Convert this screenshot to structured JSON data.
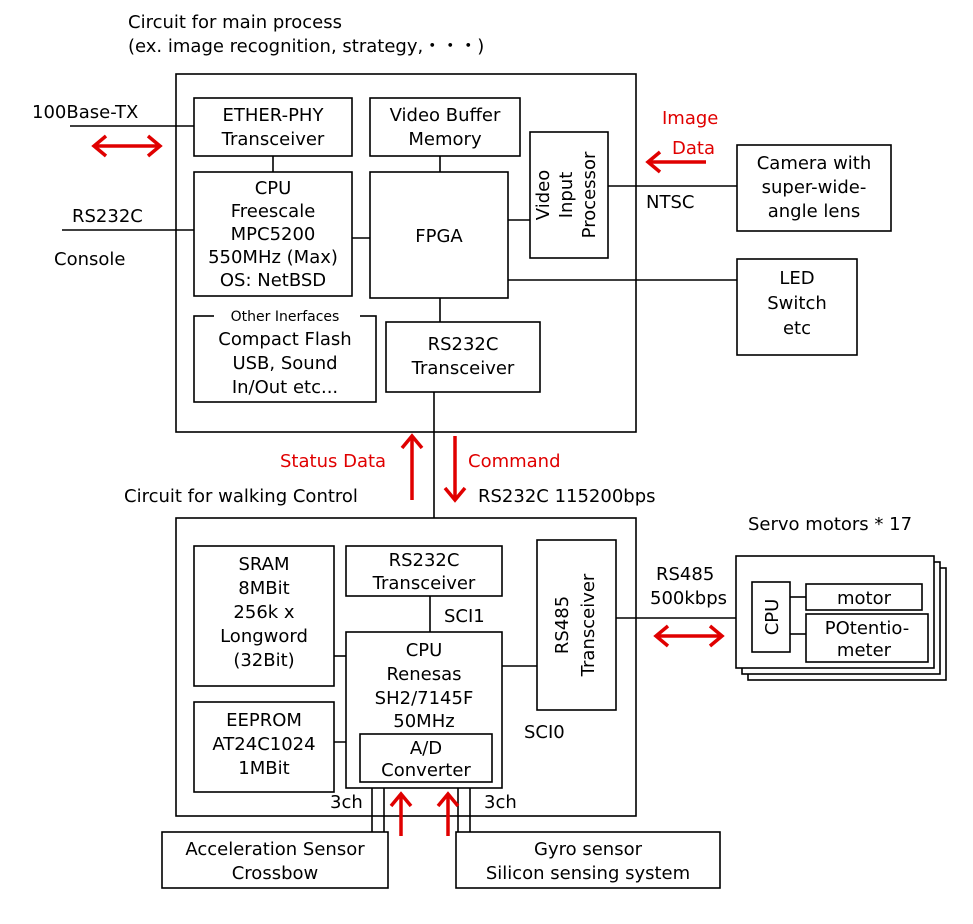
{
  "headings": {
    "main_circuit_line1": "Circuit for main process",
    "main_circuit_line2": "(ex. image recognition, strategy,・・・)",
    "walking_circuit": "Circuit for walking Control",
    "servo_motors": "Servo motors * 17"
  },
  "main_board": {
    "ether_phy": [
      "ETHER-PHY",
      "Transceiver"
    ],
    "video_buffer": [
      "Video Buffer",
      "Memory"
    ],
    "cpu": [
      "CPU",
      "Freescale",
      "MPC5200",
      "550MHz (Max)",
      "OS: NetBSD"
    ],
    "fpga": "FPGA",
    "video_input_processor": [
      "Video",
      "Input",
      "Processor"
    ],
    "other_interfaces_title": "Other Inerfaces",
    "other_interfaces": [
      "Compact Flash",
      "USB, Sound",
      "In/Out etc..."
    ],
    "rs232c_transceiver": [
      "RS232C",
      "Transceiver"
    ]
  },
  "external": {
    "ethernet_label": "100Base-TX",
    "rs232c_label": "RS232C",
    "console_label": "Console",
    "image_data": [
      "Image",
      "Data"
    ],
    "ntsc_label": "NTSC",
    "camera": [
      "Camera with",
      "super-wide-",
      "angle lens"
    ],
    "led_switch": [
      "LED",
      "Switch",
      "etc"
    ]
  },
  "link": {
    "status_data": "Status Data",
    "command": "Command",
    "rs232c_speed": "RS232C 115200bps"
  },
  "walking_board": {
    "sram": [
      "SRAM",
      "8MBit",
      "256k x",
      "Longword",
      "(32Bit)"
    ],
    "eeprom": [
      "EEPROM",
      "AT24C1024",
      "1MBit"
    ],
    "rs232c_transceiver": [
      "RS232C",
      "Transceiver"
    ],
    "sci1": "SCI1",
    "cpu": [
      "CPU",
      "Renesas",
      "SH2/7145F",
      "50MHz"
    ],
    "ad_converter": [
      "A/D",
      "Converter"
    ],
    "rs485_transceiver": [
      "RS485",
      "Transceiver"
    ],
    "sci0": "SCI0",
    "ch_left": "3ch",
    "ch_right": "3ch"
  },
  "servo": {
    "rs485_label": [
      "RS485",
      "500kbps"
    ],
    "cpu": "CPU",
    "motor": "motor",
    "potentiometer": [
      "POtentio-",
      "meter"
    ]
  },
  "sensors": {
    "acceleration": [
      "Acceleration Sensor",
      "Crossbow"
    ],
    "gyro": [
      "Gyro sensor",
      "Silicon sensing system"
    ]
  },
  "colors": {
    "accent_red": "#e00000",
    "line": "#000000"
  }
}
